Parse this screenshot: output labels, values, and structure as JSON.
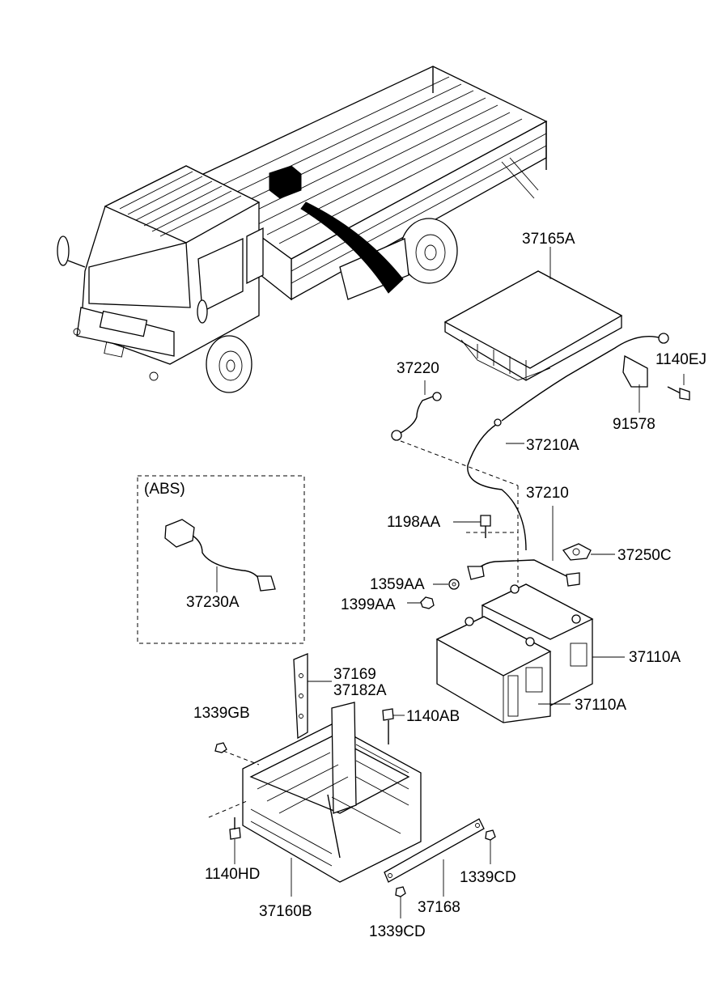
{
  "labels": {
    "l37165A": "37165A",
    "l37220": "37220",
    "l1140EJ": "1140EJ",
    "l91578": "91578",
    "l37210A": "37210A",
    "l37210": "37210",
    "l1198AA": "1198AA",
    "l37250C": "37250C",
    "l1359AA": "1359AA",
    "l1399AA": "1399AA",
    "l37110A_a": "37110A",
    "l37110A_b": "37110A",
    "l37169": "37169",
    "l37182A": "37182A",
    "l1339GB": "1339GB",
    "l1140AB": "1140AB",
    "l1140HD": "1140HD",
    "l37160B": "37160B",
    "l37168": "37168",
    "l1339CD_a": "1339CD",
    "l1339CD_b": "1339CD",
    "abs_title": "(ABS)",
    "l37230A": "37230A"
  }
}
